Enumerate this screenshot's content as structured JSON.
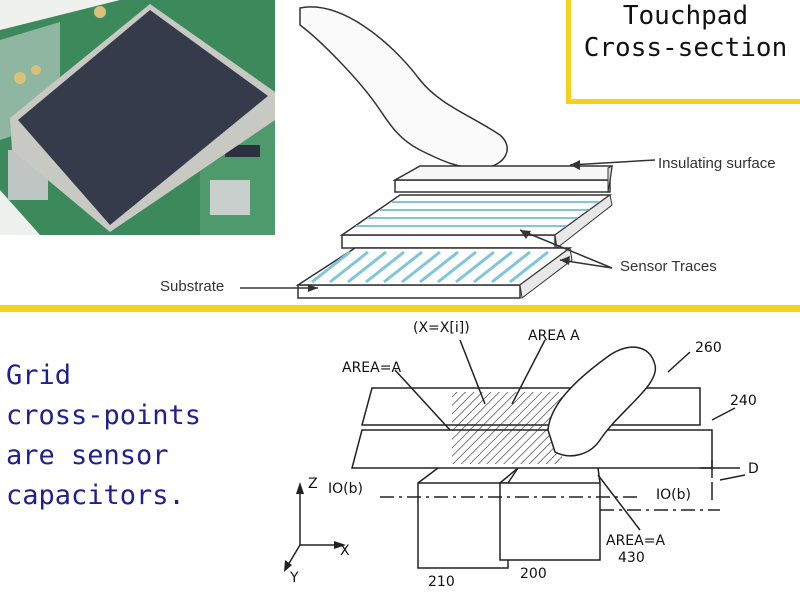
{
  "title": {
    "line1": "Touchpad",
    "line2": "Cross-section"
  },
  "caption": {
    "line1": "Grid",
    "line2": "cross-points",
    "line3": "are sensor",
    "line4": "capacitors."
  },
  "cross_section": {
    "insulating_surface": "Insulating surface",
    "sensor_traces": "Sensor Traces",
    "substrate": "Substrate"
  },
  "patent": {
    "x_eq": "(X=X[i])",
    "area_a_top": "AREA A",
    "area_eq_a_left": "AREA=A",
    "ref_260": "260",
    "ref_240": "240",
    "d": "D",
    "z": "Z",
    "io_b_left": "IO(b)",
    "io_b_right": "IO(b)",
    "x_axis": "X",
    "y_axis": "Y",
    "area_eq_a_bottom": "AREA=A",
    "ref_430": "430",
    "ref_210": "210",
    "ref_200": "200"
  },
  "colors": {
    "accent": "#f4d21c",
    "caption": "#1f1f8f",
    "trace": "#7fc6dd",
    "pad": "#353b4a",
    "board": "#3f8f5f"
  }
}
